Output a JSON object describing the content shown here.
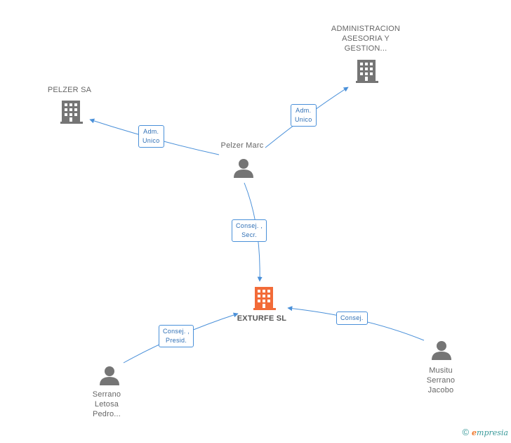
{
  "nodes": {
    "admin": {
      "lines": [
        "ADMINISTRACION",
        "ASESORIA Y",
        "GESTION..."
      ],
      "icon": "building-icon"
    },
    "pelzer_sa": {
      "lines": [
        "PELZER SA"
      ],
      "icon": "building-icon"
    },
    "pelzer_marc": {
      "lines": [
        "Pelzer Marc"
      ],
      "icon": "person-icon"
    },
    "exturfe": {
      "lines": [
        "EXTURFE SL"
      ],
      "icon": "building-icon"
    },
    "serrano": {
      "lines": [
        "Serrano",
        "Letosa",
        "Pedro..."
      ],
      "icon": "person-icon"
    },
    "musitu": {
      "lines": [
        "Musitu",
        "Serrano",
        "Jacobo"
      ],
      "icon": "person-icon"
    }
  },
  "edges": {
    "to_admin": [
      "Adm.",
      "Unico"
    ],
    "to_pelzer_sa": [
      "Adm.",
      "Unico"
    ],
    "to_exturfe_marc": [
      "Consej. ,",
      "Secr."
    ],
    "to_exturfe_serrano": [
      "Consej. ,",
      "Presid."
    ],
    "to_exturfe_musitu": [
      "Consej."
    ]
  },
  "colors": {
    "edge": "#4a90d9",
    "node_icon": "#757575",
    "main_icon": "#f26b38"
  },
  "footer": {
    "copyright": "©",
    "brand_initial": "e",
    "brand_rest": "mpresia"
  }
}
